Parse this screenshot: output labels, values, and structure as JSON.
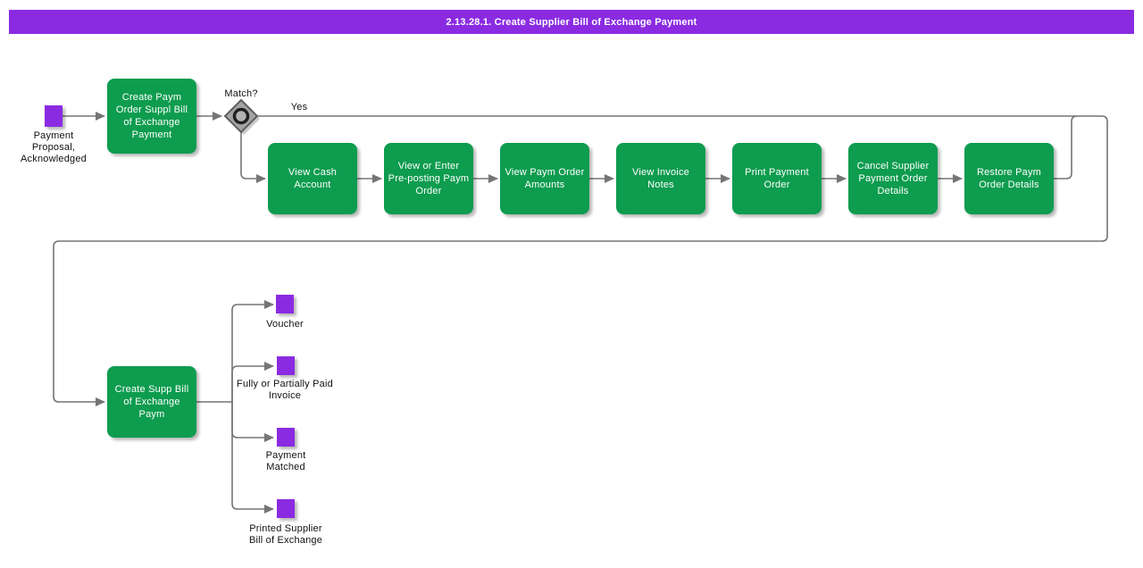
{
  "title_bar": {
    "text": "2.13.28.1. Create Supplier Bill of Exchange Payment",
    "bg_color": "#8A2BE2",
    "text_color": "#FFFFFF"
  },
  "colors": {
    "task_green": "#0E9C4F",
    "event_purple": "#8A2BE2",
    "connector_gray": "#757575",
    "diamond_fill": "#A3A3A3",
    "diamond_border": "#5E5E5E"
  },
  "start_event": {
    "label": "Payment Proposal, Acknowledged"
  },
  "decision": {
    "label": "Match?",
    "yes_label": "Yes"
  },
  "nodes": {
    "create_paym_order": {
      "label": "Create Paym Order Suppl Bill of Exchange Payment"
    },
    "view_cash_account": {
      "label": "View Cash Account"
    },
    "view_or_enter_preposting": {
      "label": "View or Enter Pre-posting Paym Order"
    },
    "view_paym_order_amounts": {
      "label": "View Paym Order Amounts"
    },
    "view_invoice_notes": {
      "label": "View Invoice Notes"
    },
    "print_payment_order": {
      "label": "Print Payment Order"
    },
    "cancel_supplier_payment_order_details": {
      "label": "Cancel Supplier Payment Order Details"
    },
    "restore_paym_order_details": {
      "label": "Restore Paym Order Details"
    },
    "create_supp_bill": {
      "label": "Create Supp Bill of Exchange Paym"
    }
  },
  "end_events": [
    {
      "label": "Voucher"
    },
    {
      "label": "Fully or Partially Paid Invoice"
    },
    {
      "label": "Payment Matched"
    },
    {
      "label": "Printed Supplier Bill of Exchange"
    }
  ]
}
